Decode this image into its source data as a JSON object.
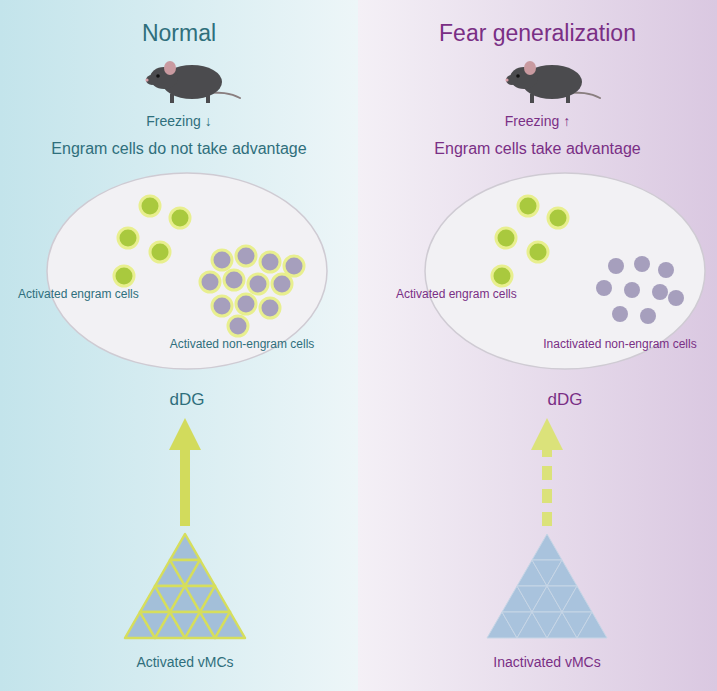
{
  "diagram": {
    "nodes": [
      {
        "text": [
          "Normal",
          "Freezing ↓",
          "Engram cells do not take advantage"
        ]
      },
      {
        "text": [
          "Activated engram cells",
          "Activated non-engram cells",
          "dDG"
        ],
        "in": 0
      },
      {
        "text": [
          "Activated vMCs"
        ],
        "in": 0
      },
      {
        "text": [
          "Fear generalization",
          "Freezing ↑",
          "Engram cells take advantage"
        ]
      },
      {
        "text": [
          "Activated engram cells",
          "Inactivated non-engram cells",
          "dDG"
        ],
        "in": 3
      },
      {
        "text": [
          "Inactivated vMCs"
        ],
        "in": 3
      }
    ],
    "edges": [
      {
        "from": 2,
        "to": 1,
        "arrow": "to"
      },
      {
        "from": 5,
        "to": 4,
        "arrow": "to"
      }
    ]
  }
}
